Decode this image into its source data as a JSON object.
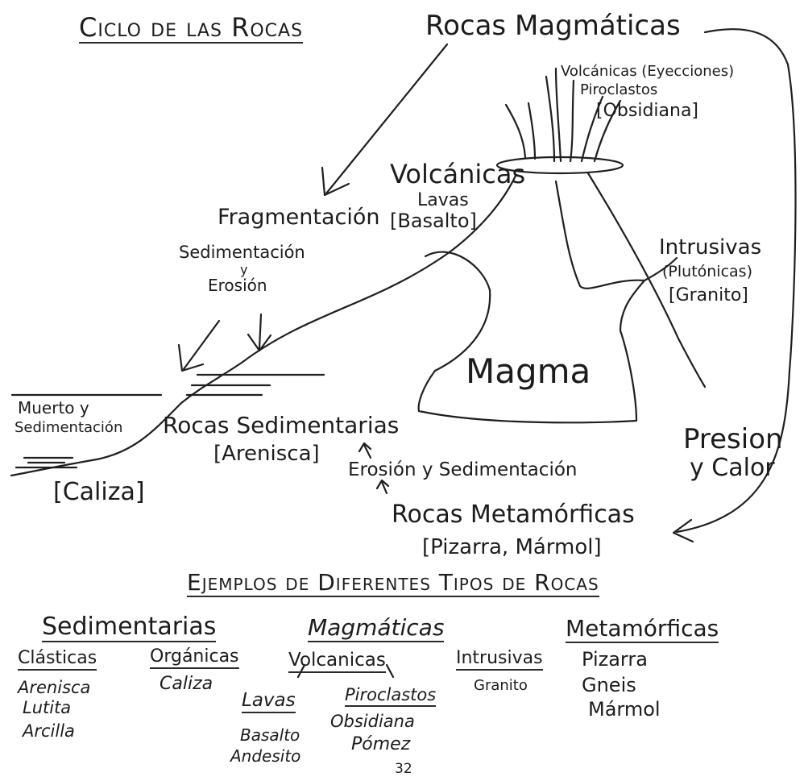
{
  "cycle": {
    "title": "Ciclo de las Rocas",
    "magmaticas": "Rocas Magmáticas",
    "volcanicas_eyecciones": "Volcánicas (Eyecciones)",
    "piroclastos": "Piroclastos",
    "obsidiana": "[Obsidiana]",
    "volcanicas": "Volcánicas",
    "lavas": "Lavas",
    "basalto": "[Basalto]",
    "fragmentacion": "Fragmentación",
    "sedimentacion": "Sedimentación",
    "y": "y",
    "erosion": "Erosión",
    "intrusivas": "Intrusivas",
    "plutonicas": "(Plutónicas)",
    "granito": "[Granito]",
    "magma": "Magma",
    "muerto": "Muerto y",
    "sedimentacion2": "Sedimentación",
    "sedimentarias": "Rocas Sedimentarias",
    "arenisca": "[Arenisca]",
    "caliza": "[Caliza]",
    "erosion_sed": "Erosión y Sedimentación",
    "presion": "Presion",
    "calor": "y Calor",
    "metamorficas": "Rocas Metamórficas",
    "pizarra_marmol": "[Pizarra, Mármol]"
  },
  "examples": {
    "title": "Ejemplos de Diferentes Tipos de Rocas",
    "sedimentarias": "Sedimentarias",
    "clasticas": "Clásticas",
    "clasticas_items": [
      "Arenisca",
      "Lutita",
      "Arcilla"
    ],
    "organicas": "Orgánicas",
    "organicas_items": [
      "Caliza"
    ],
    "magmaticas": "Magmáticas",
    "volcanicas": "Volcanicas",
    "lavas": "Lavas",
    "lavas_items": [
      "Basalto",
      "Andesito"
    ],
    "piroclastos": "Piroclastos",
    "piroclastos_items": [
      "Obsidiana",
      "Pómez"
    ],
    "intrusivas": "Intrusivas",
    "intrusivas_items": [
      "Granito"
    ],
    "metamorficas": "Metamórficas",
    "metamorficas_items": [
      "Pizarra",
      "Gneis",
      "Mármol"
    ]
  },
  "page_number": "32"
}
